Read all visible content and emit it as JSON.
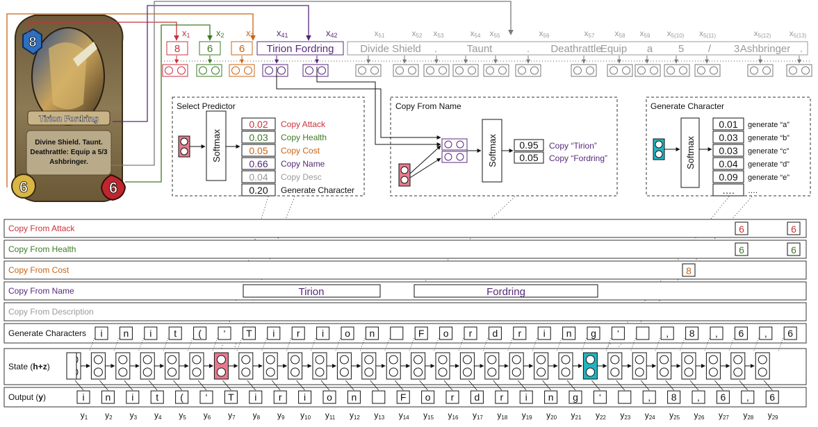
{
  "colors": {
    "attack": "#c8323c",
    "health": "#3c7a24",
    "cost": "#c86414",
    "name": "#55287a",
    "desc": "#9a9a9a",
    "gray": "#7a7a7a",
    "pink": "#e97a8e",
    "teal": "#22b4bf",
    "black": "#111111"
  },
  "card": {
    "cost": "8",
    "name": "Tirion Fordring",
    "text_line1": "Divine Shield. Taunt.",
    "text_line2": "Deathrattle: Equip a 5/3",
    "text_line3": "Ashbringer.",
    "attack": "6",
    "health": "6"
  },
  "inputs": {
    "x1_label": "x",
    "x1_sub": "1",
    "x1_value": "8",
    "x2_label": "x",
    "x2_sub": "2",
    "x2_value": "6",
    "x3_label": "x",
    "x3_sub": "3",
    "x3_value": "6",
    "x41_label": "x",
    "x41_sub": "41",
    "x42_label": "x",
    "x42_sub": "42",
    "name_value": "Tirion Fordring",
    "desc_labels": [
      {
        "label": "x",
        "sub": "51"
      },
      {
        "label": "x",
        "sub": "52"
      },
      {
        "label": "x",
        "sub": "53"
      },
      {
        "label": "x",
        "sub": "54"
      },
      {
        "label": "x",
        "sub": "55"
      },
      {
        "label": "x",
        "sub": "56"
      },
      {
        "label": "x",
        "sub": "57"
      },
      {
        "label": "x",
        "sub": "58"
      },
      {
        "label": "x",
        "sub": "59"
      },
      {
        "label": "x",
        "sub": "5(10)"
      },
      {
        "label": "x",
        "sub": "5(11)"
      },
      {
        "label": "x",
        "sub": "5(12)"
      },
      {
        "label": "x",
        "sub": "5(13)"
      }
    ],
    "desc_words": [
      "Divide Shield",
      ".",
      "Taunt",
      ".",
      "Deathrattle",
      "Equip",
      "a",
      "5",
      "/",
      "3",
      "Ashbringer",
      "."
    ]
  },
  "select_predictor": {
    "title": "Select Predictor",
    "softmax": "Softmax",
    "rows": [
      {
        "value": "0.02",
        "label": "Copy Attack",
        "color": "attack"
      },
      {
        "value": "0.03",
        "label": "Copy Health",
        "color": "health"
      },
      {
        "value": "0.05",
        "label": "Copy Cost",
        "color": "cost"
      },
      {
        "value": "0.66",
        "label": "Copy Name",
        "color": "name"
      },
      {
        "value": "0.04",
        "label": "Copy Desc",
        "color": "desc"
      },
      {
        "value": "0.20",
        "label": "Generate Character",
        "color": "black"
      }
    ]
  },
  "copy_from_name": {
    "title": "Copy From Name",
    "softmax": "Softmax",
    "rows": [
      {
        "value": "0.95",
        "label": "Copy “Tirion”"
      },
      {
        "value": "0.05",
        "label": "Copy “Fordring”"
      }
    ]
  },
  "generate_character": {
    "title": "Generate Character",
    "softmax": "Softmax",
    "rows": [
      {
        "value": "0.01",
        "label": "generate “a”"
      },
      {
        "value": "0.03",
        "label": "generate “b”"
      },
      {
        "value": "0.03",
        "label": "generate “c”"
      },
      {
        "value": "0.04",
        "label": "generate “d”"
      },
      {
        "value": "0.09",
        "label": "generate “e”"
      },
      {
        "value": "….",
        "label": "…."
      }
    ]
  },
  "lanes": {
    "copy_attack": "Copy From Attack",
    "copy_health": "Copy From Health",
    "copy_cost": "Copy From Cost",
    "copy_name": "Copy From Name",
    "copy_desc": "Copy From Description",
    "generate": "Generate Characters",
    "state_prefix": "State (",
    "state_bold": "h+z",
    "state_suffix": ")",
    "output_prefix": "Output (",
    "output_bold": "y",
    "output_suffix": ")"
  },
  "lane_values": {
    "attack": [
      "6",
      "6"
    ],
    "health": [
      "6",
      "6"
    ],
    "cost": "8",
    "name_spans": [
      "Tirion",
      "Fordring"
    ]
  },
  "generated_chars": [
    "i",
    "n",
    "i",
    "t",
    "(",
    "‘",
    "T",
    "i",
    "r",
    "i",
    "o",
    "n",
    "",
    "F",
    "o",
    "r",
    "d",
    "r",
    "i",
    "n",
    "g",
    "‘",
    "",
    ",",
    "8",
    ",",
    "6",
    ",",
    "6"
  ],
  "outputs": [
    "i",
    "n",
    "i",
    "t",
    "(",
    "‘",
    "T",
    "i",
    "r",
    "i",
    "o",
    "n",
    "",
    "F",
    "o",
    "r",
    "d",
    "r",
    "i",
    "n",
    "g",
    "‘",
    "",
    ",",
    "8",
    ",",
    "6",
    ",",
    "6"
  ],
  "y_label": "y",
  "y_subs": [
    "1",
    "2",
    "3",
    "4",
    "5",
    "6",
    "7",
    "8",
    "9",
    "10",
    "11",
    "12",
    "13",
    "14",
    "15",
    "16",
    "17",
    "18",
    "19",
    "20",
    "21",
    "22",
    "23",
    "24",
    "25",
    "26",
    "27",
    "28",
    "29"
  ]
}
